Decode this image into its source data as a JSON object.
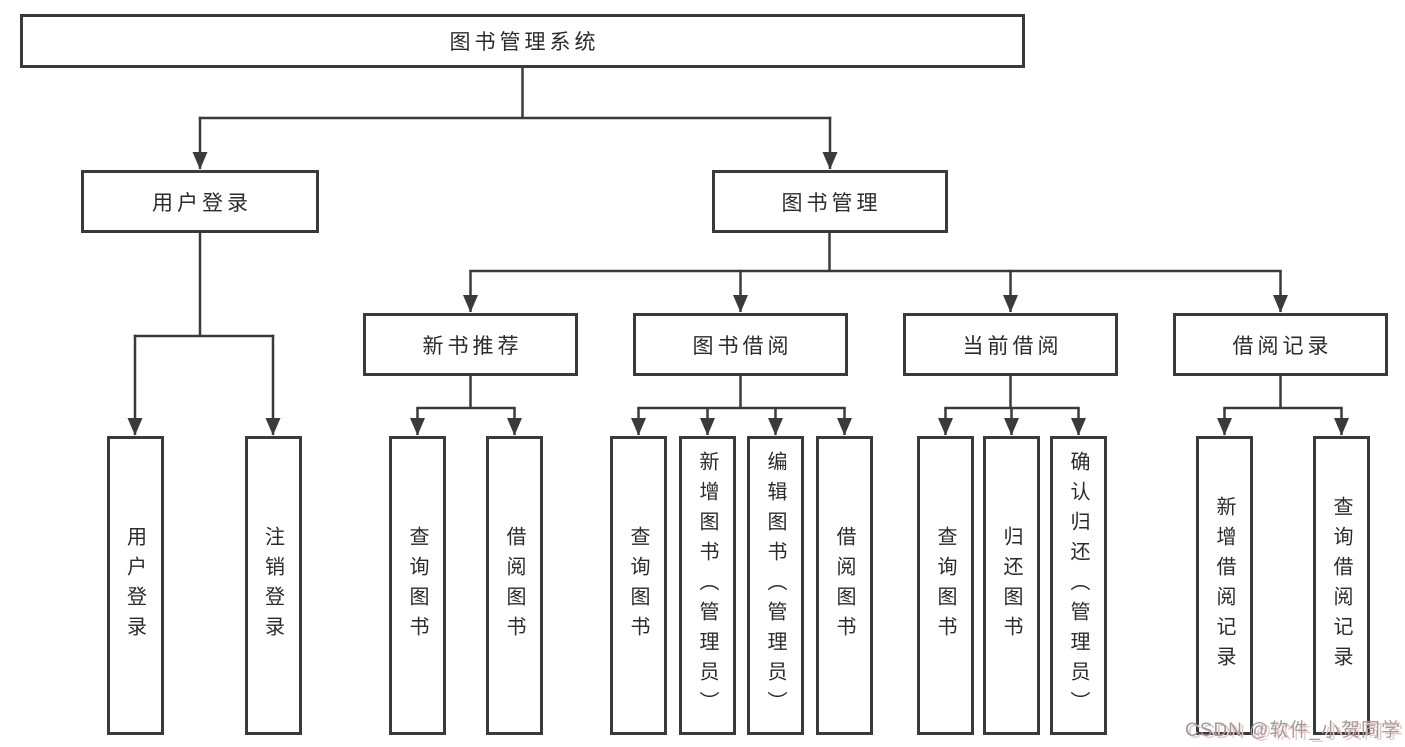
{
  "colors": {
    "line_color": "#3a3a3a",
    "text_color": "#2b2b2b",
    "bg_color": "#ffffff",
    "watermark_color": "#9e9e9e",
    "watermark_shadow": "#f3c3c3"
  },
  "diagram": {
    "root": {
      "label": "图书管理系统"
    },
    "branches": [
      {
        "label": "用户登录",
        "children": [
          {
            "label": "用户登录"
          },
          {
            "label": "注销登录"
          }
        ]
      },
      {
        "label": "图书管理",
        "children": [
          {
            "label": "新书推荐",
            "children": [
              {
                "label": "查询图书"
              },
              {
                "label": "借阅图书"
              }
            ]
          },
          {
            "label": "图书借阅",
            "children": [
              {
                "label": "查询图书"
              },
              {
                "label": "新增图书（管理员）"
              },
              {
                "label": "编辑图书（管理员）"
              },
              {
                "label": "借阅图书"
              }
            ]
          },
          {
            "label": "当前借阅",
            "children": [
              {
                "label": "查询图书"
              },
              {
                "label": "归还图书"
              },
              {
                "label": "确认归还（管理员）"
              }
            ]
          },
          {
            "label": "借阅记录",
            "children": [
              {
                "label": "新增借阅记录"
              },
              {
                "label": "查询借阅记录"
              }
            ]
          }
        ]
      }
    ]
  },
  "watermark": {
    "text": "CSDN @软件_小贺同学"
  }
}
